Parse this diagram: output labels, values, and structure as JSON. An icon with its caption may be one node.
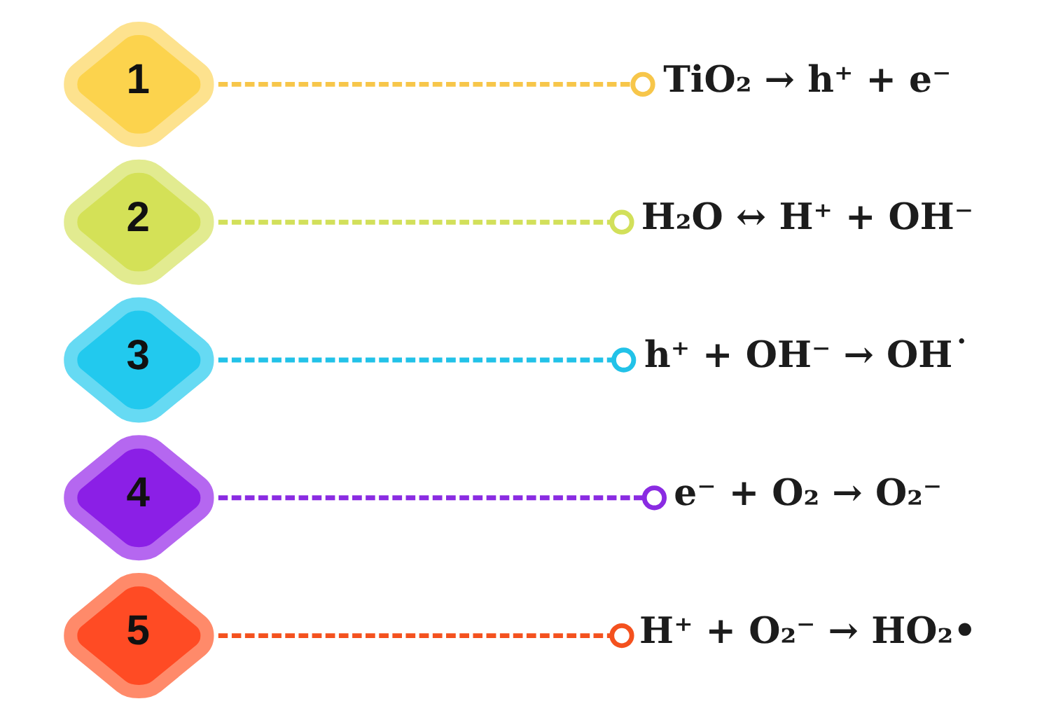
{
  "diagram": {
    "nodes": [
      {
        "text": [
          "1"
        ]
      },
      {
        "text": [
          "TiO₂ → h⁺ + e⁻"
        ]
      },
      {
        "text": [
          "2"
        ]
      },
      {
        "text": [
          "H₂O ↔ H⁺ + OH⁻"
        ]
      },
      {
        "text": [
          "3"
        ]
      },
      {
        "text": [
          "h⁺ + OH⁻ → OH˙"
        ]
      },
      {
        "text": [
          "4"
        ]
      },
      {
        "text": [
          "e⁻ + O₂ → O₂⁻"
        ]
      },
      {
        "text": [
          "5"
        ]
      },
      {
        "text": [
          "H⁺ + O₂⁻ → HO₂•"
        ]
      }
    ],
    "edges": [
      {
        "from": 0,
        "to": 1,
        "arrow": "other",
        "style": "dashed",
        "color": "#f7c64a"
      },
      {
        "from": 2,
        "to": 3,
        "arrow": "other",
        "style": "dashed",
        "color": "#d2e05a"
      },
      {
        "from": 4,
        "to": 5,
        "arrow": "other",
        "style": "dashed",
        "color": "#22c2e8"
      },
      {
        "from": 6,
        "to": 7,
        "arrow": "other",
        "style": "dashed",
        "color": "#8a2be2"
      },
      {
        "from": 8,
        "to": 9,
        "arrow": "other",
        "style": "dashed",
        "color": "#f4511e"
      }
    ]
  }
}
